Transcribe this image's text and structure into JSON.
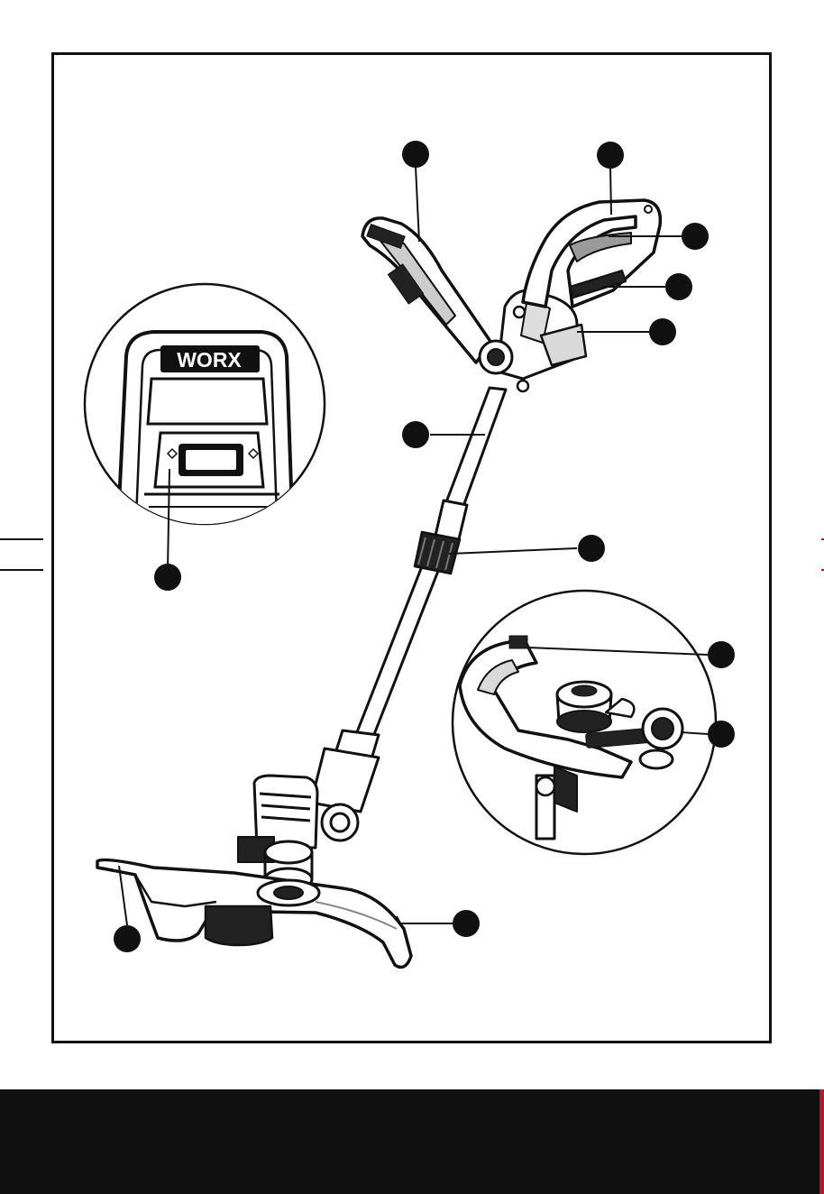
{
  "brand": {
    "logo_text": "WORX"
  },
  "colors": {
    "ink": "#111111",
    "marker": "#111111",
    "paper": "#ffffff",
    "accent_red": "#c8102e",
    "grey_light": "#d9d9d9",
    "grey_mid": "#9a9a9a"
  },
  "callouts": [
    {
      "id": "marker-handle-rear"
    },
    {
      "id": "marker-handle-front"
    },
    {
      "id": "marker-grip"
    },
    {
      "id": "marker-switch"
    },
    {
      "id": "marker-battery-housing"
    },
    {
      "id": "marker-shaft"
    },
    {
      "id": "marker-collar"
    },
    {
      "id": "marker-battery-slot"
    },
    {
      "id": "marker-guard-tab"
    },
    {
      "id": "marker-spool"
    },
    {
      "id": "marker-edge-guide"
    },
    {
      "id": "marker-guard"
    }
  ]
}
